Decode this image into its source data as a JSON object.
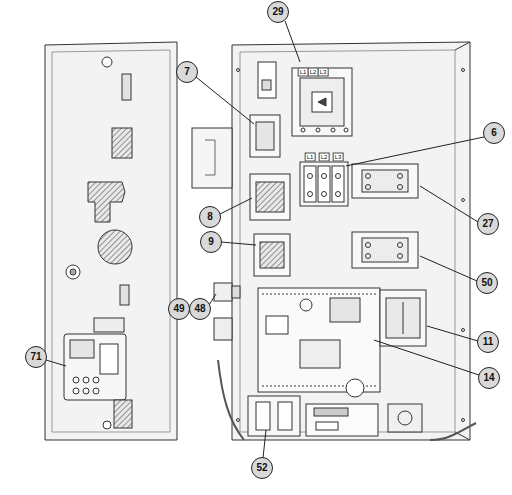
{
  "diagram": {
    "labels": [
      "29",
      "7",
      "6",
      "8",
      "27",
      "9",
      "50",
      "49",
      "48",
      "11",
      "14",
      "71",
      "52",
      "L1",
      "L2",
      "L3",
      "L1",
      "L2",
      "L3"
    ]
  }
}
